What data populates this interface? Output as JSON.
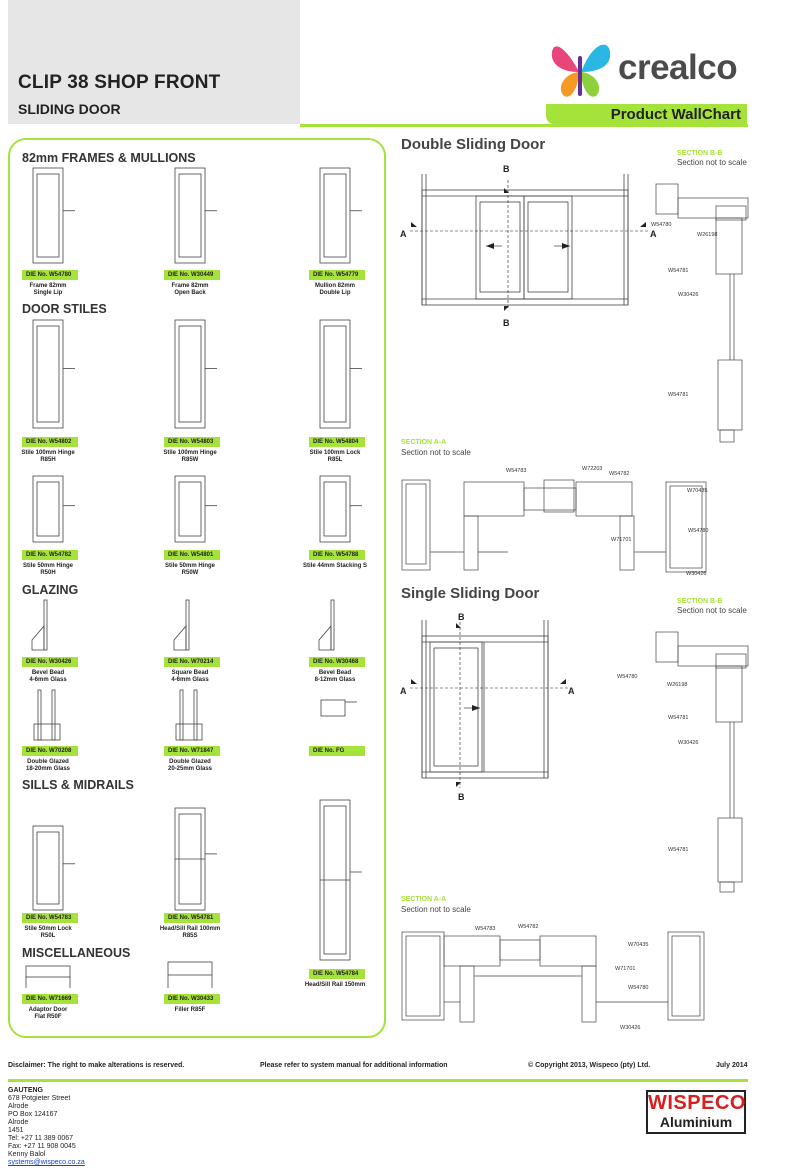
{
  "header": {
    "title": "CLIP 38 SHOP FRONT",
    "subtitle": "SLIDING DOOR",
    "brand": "crealco",
    "tagline": "Product WallChart"
  },
  "left": {
    "sections": {
      "frames": "82mm FRAMES & MULLIONS",
      "stiles": "DOOR STILES",
      "glazing": "GLAZING",
      "sills": "SILLS & MIDRAILS",
      "misc": "MISCELLANEOUS"
    },
    "tiles": [
      {
        "die": "DIE No. W54780",
        "cap1": "Frame 82mm",
        "cap2": "Single Lip"
      },
      {
        "die": "DIE No. W30449",
        "cap1": "Frame 82mm",
        "cap2": "Open Back"
      },
      {
        "die": "DIE No. W54779",
        "cap1": "Mullion 82mm",
        "cap2": "Double Lip"
      },
      {
        "die": "DIE No. W54802",
        "cap1": "Stile 100mm Hinge",
        "cap2": "R85H"
      },
      {
        "die": "DIE No. W54803",
        "cap1": "Stile 100mm Hinge",
        "cap2": "R85W"
      },
      {
        "die": "DIE No. W54804",
        "cap1": "Stile 100mm Lock",
        "cap2": "R85L"
      },
      {
        "die": "DIE No. W54782",
        "cap1": "Stile 50mm Hinge",
        "cap2": "R50H"
      },
      {
        "die": "DIE No. W54801",
        "cap1": "Stile 50mm Hinge",
        "cap2": "R50W"
      },
      {
        "die": "DIE No. W54788",
        "cap1": "Stile 44mm Stacking S",
        "cap2": ""
      },
      {
        "die": "DIE No. W30426",
        "cap1": "Bevel Bead",
        "cap2": "4-6mm Glass"
      },
      {
        "die": "DIE No. W70214",
        "cap1": "Square Bead",
        "cap2": "4-6mm Glass"
      },
      {
        "die": "DIE No. W30468",
        "cap1": "Bevel Bead",
        "cap2": "8-12mm Glass"
      },
      {
        "die": "DIE No. W70208",
        "cap1": "Double Glazed",
        "cap2": "18-20mm Glass"
      },
      {
        "die": "DIE No. W71847",
        "cap1": "Double Glazed",
        "cap2": "20-25mm Glass"
      },
      {
        "die": "DIE No.     FG",
        "cap1": "",
        "cap2": ""
      },
      {
        "die": "DIE No. W54783",
        "cap1": "Stile 50mm Lock",
        "cap2": "R50L"
      },
      {
        "die": "DIE No. W54781",
        "cap1": "Head/Sill Rail 100mm",
        "cap2": "R85S"
      },
      {
        "die": "DIE No. W54784",
        "cap1": "Head/Sill Rail 150mm",
        "cap2": ""
      },
      {
        "die": "DIE No. W71669",
        "cap1": "Adaptor Door",
        "cap2": "Flat R50F"
      },
      {
        "die": "DIE No. W30433",
        "cap1": "Filler R85F",
        "cap2": ""
      }
    ]
  },
  "right": {
    "double_title": "Double Sliding Door",
    "single_title": "Single Sliding Door",
    "section_bb": "SECTION B-B",
    "section_aa": "SECTION A-A",
    "not_to_scale": "Section not to scale",
    "marker_a": "A",
    "marker_b": "B",
    "callouts_bb": [
      "W54780",
      "W26198",
      "W54781",
      "W30426",
      "W54781"
    ],
    "callouts_aa": [
      "W54783",
      "W72203",
      "W54782",
      "W70435",
      "W54780",
      "W71701",
      "W30426"
    ],
    "callouts_aa_single": [
      "W54783",
      "W54782",
      "W70435",
      "W71701",
      "W54780",
      "W30426"
    ]
  },
  "footer": {
    "disclaimer": "Disclaimer: The right to make alterations is reserved.",
    "manual": "Please refer to system manual for additional information",
    "copyright": "© Copyright 2013, Wispeco (pty) Ltd.",
    "date": "July 2014",
    "address": [
      "GAUTENG",
      "678 Potgieter Street",
      "Alrode",
      "PO Box 124167",
      "Alrode",
      "1451",
      "Tel: +27 11 389 0067",
      "Fax: +27 11 908 0045",
      "Kenny Balol"
    ],
    "email": "systems@wispeco.co.za",
    "wispeco1": "WISPECO",
    "wispeco2": "Aluminium"
  },
  "colors": {
    "accent": "#a6e33a",
    "brand_red": "#d81e1e"
  }
}
